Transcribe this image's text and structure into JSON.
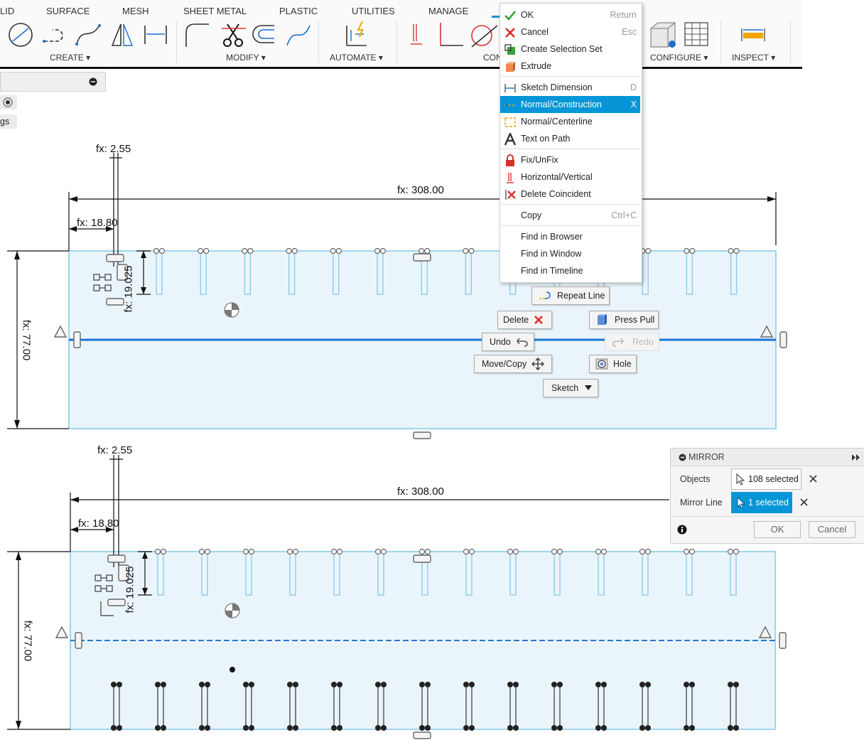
{
  "toolbar": {
    "tabs": [
      "LID",
      "SURFACE",
      "MESH",
      "SHEET METAL",
      "PLASTIC",
      "UTILITIES",
      "MANAGE"
    ],
    "groups": {
      "create": "CREATE ▾",
      "modify": "MODIFY ▾",
      "automate": "AUTOMATE ▾",
      "constrain": "CON",
      "configure": "CONFIGURE ▾",
      "inspect": "INSPECT ▾"
    }
  },
  "context_menu": {
    "items": [
      {
        "label": "OK",
        "shortcut": "Return",
        "icon": "check-icon"
      },
      {
        "label": "Cancel",
        "shortcut": "Esc",
        "icon": "red-x-icon"
      },
      {
        "label": "Create Selection Set",
        "shortcut": "",
        "icon": "selection-set-icon"
      },
      {
        "label": "Extrude",
        "shortcut": "",
        "icon": "extrude-icon"
      },
      {
        "label": "Sketch Dimension",
        "shortcut": "D",
        "icon": "sketch-dimension-icon"
      },
      {
        "label": "Normal/Construction",
        "shortcut": "X",
        "icon": "construction-line-icon"
      },
      {
        "label": "Normal/Centerline",
        "shortcut": "",
        "icon": "centerline-icon"
      },
      {
        "label": "Text on Path",
        "shortcut": "",
        "icon": "text-icon"
      },
      {
        "label": "Fix/UnFix",
        "shortcut": "",
        "icon": "lock-icon"
      },
      {
        "label": "Horizontal/Vertical",
        "shortcut": "",
        "icon": "horizontal-vertical-icon"
      },
      {
        "label": "Delete Coincident",
        "shortcut": "",
        "icon": "delete-coincident-icon"
      },
      {
        "label": "Copy",
        "shortcut": "Ctrl+C",
        "icon": ""
      },
      {
        "label": "Find in Browser",
        "shortcut": "",
        "icon": ""
      },
      {
        "label": "Find in Window",
        "shortcut": "",
        "icon": ""
      },
      {
        "label": "Find in Timeline",
        "shortcut": "",
        "icon": ""
      }
    ]
  },
  "marking_menu": {
    "repeat": "Repeat Line",
    "delete": "Delete",
    "press_pull": "Press Pull",
    "undo": "Undo",
    "redo": "Redo",
    "move_copy": "Move/Copy",
    "hole": "Hole",
    "sketch": "Sketch"
  },
  "browser": {
    "partial_label": "gs"
  },
  "sketch": {
    "dims": {
      "slot_width": "fx: 2.55",
      "overall_length": "fx: 308.00",
      "offset": "fx: 18.80",
      "slot_depth": "fx: 19.025",
      "height": "fx: 77.00"
    }
  },
  "mirror": {
    "title": "MIRROR",
    "objects_label": "Objects",
    "objects_value": "108 selected",
    "line_label": "Mirror Line",
    "line_value": "1 selected",
    "ok": "OK",
    "cancel": "Cancel"
  },
  "colors": {
    "accent": "#0696d7",
    "sketch_fill": "#eaf5fb",
    "sketch_line": "#8ccbe8",
    "selected_line": "#1a74d8"
  }
}
